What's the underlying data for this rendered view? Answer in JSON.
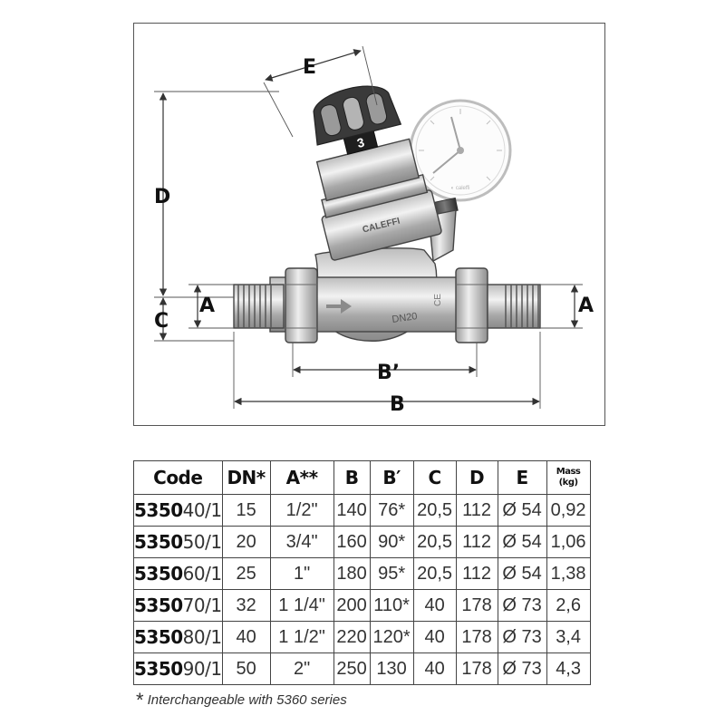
{
  "diagram": {
    "labels": {
      "E": "E",
      "D": "D",
      "C": "C",
      "A_left": "A",
      "A_right": "A",
      "B_prime": "B’",
      "B": "B",
      "brand": "CALEFFI",
      "size": "DN20",
      "knob": "3"
    }
  },
  "table": {
    "headers": [
      "Code",
      "DN*",
      "A**",
      "B",
      "B′",
      "C",
      "D",
      "E"
    ],
    "mass_header_line1": "Mass",
    "mass_header_line2": "(kg)",
    "rows": [
      {
        "code_bold": "5350",
        "code_rest": "40/1",
        "dn": "15",
        "a": "1/2\"",
        "b": "140",
        "bp": "76*",
        "c": "20,5",
        "d": "112",
        "e": "Ø 54",
        "mass": "0,92"
      },
      {
        "code_bold": "5350",
        "code_rest": "50/1",
        "dn": "20",
        "a": "3/4\"",
        "b": "160",
        "bp": "90*",
        "c": "20,5",
        "d": "112",
        "e": "Ø 54",
        "mass": "1,06"
      },
      {
        "code_bold": "5350",
        "code_rest": "60/1",
        "dn": "25",
        "a": "1\"",
        "b": "180",
        "bp": "95*",
        "c": "20,5",
        "d": "112",
        "e": "Ø 54",
        "mass": "1,38"
      },
      {
        "code_bold": "5350",
        "code_rest": "70/1",
        "dn": "32",
        "a": "1 1/4\"",
        "b": "200",
        "bp": "110*",
        "c": "40",
        "d": "178",
        "e": "Ø 73",
        "mass": "2,6"
      },
      {
        "code_bold": "5350",
        "code_rest": "80/1",
        "dn": "40",
        "a": "1 1/2\"",
        "b": "220",
        "bp": "120*",
        "c": "40",
        "d": "178",
        "e": "Ø 73",
        "mass": "3,4"
      },
      {
        "code_bold": "5350",
        "code_rest": "90/1",
        "dn": "50",
        "a": "2\"",
        "b": "250",
        "bp": "130",
        "c": "40",
        "d": "178",
        "e": "Ø 73",
        "mass": "4,3"
      }
    ]
  },
  "footnote": {
    "star": "*",
    "text": "Interchangeable with 5360 series"
  }
}
